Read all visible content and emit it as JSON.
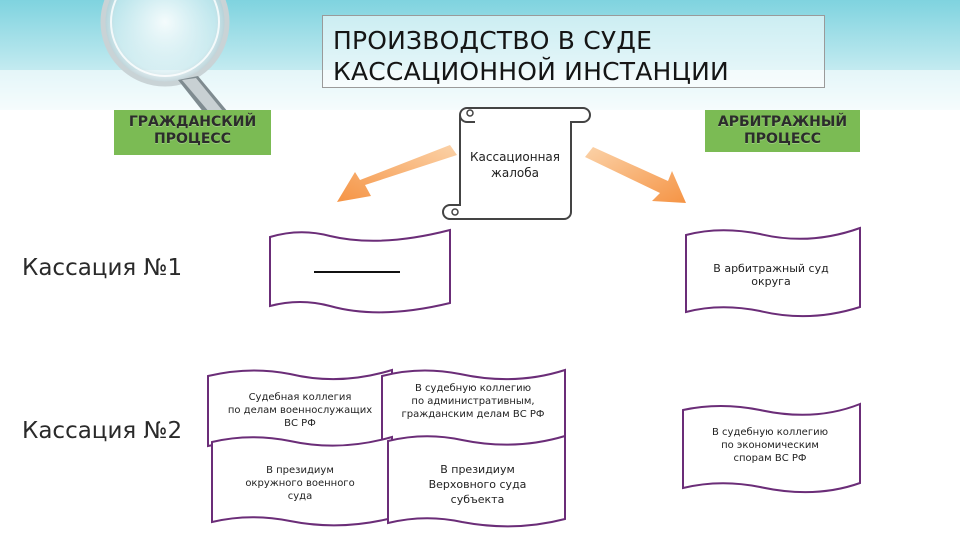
{
  "title": {
    "line1": "ПРОИЗВОДСТВО В СУДЕ",
    "line2": "КАССАЦИОННОЙ ИНСТАНЦИИ"
  },
  "civil_badge": {
    "line1": "ГРАЖДАНСКИЙ",
    "line2": "ПРОЦЕСС"
  },
  "arbitration_badge": {
    "line1": "АРБИТРАЖНЫЙ",
    "line2": "ПРОЦЕСС"
  },
  "complaint_scroll": {
    "line1": "Кассационная",
    "line2": "жалоба"
  },
  "cassation_labels": {
    "first": "Кассация №1",
    "second": "Кассация №2"
  },
  "arbitration_first": {
    "line1": "В арбитражный суд",
    "line2": "округа"
  },
  "arbitration_second": {
    "line1": "В судебную коллегию",
    "line2": "по экономическим",
    "line3": "спорам ВС РФ"
  },
  "civil_second": {
    "military_collegium": {
      "line1": "Судебная коллегия",
      "line2": "по делам военнослужащих",
      "line3": "ВС РФ"
    },
    "admin_collegium": {
      "line1": "В судебную коллегию",
      "line2": "по административным,",
      "line3": "гражданским делам ВС РФ"
    },
    "district_military_presidium": {
      "line1": "В президиум",
      "line2": "окружного военного",
      "line3": "суда"
    },
    "subject_presidium": {
      "line1": "В президиум",
      "line2": "Верховного суда",
      "line3": "субъекта"
    }
  },
  "colors": {
    "badge_green": "#7bbb54",
    "doc_border": "#6b2d78",
    "arrow_orange": "#f6a05a"
  }
}
